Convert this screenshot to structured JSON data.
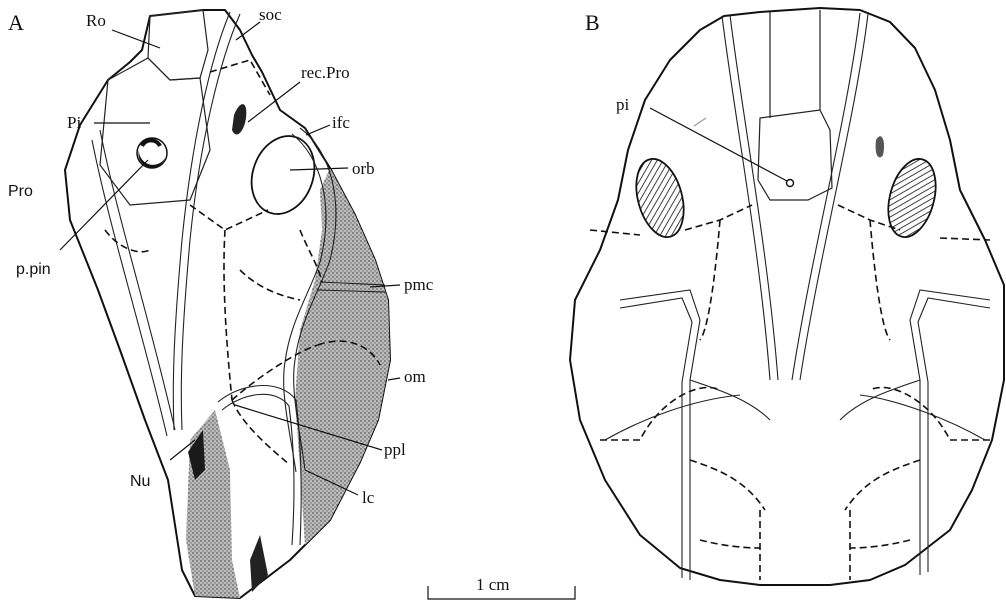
{
  "panels": {
    "a": {
      "letter": "A",
      "labels": {
        "ro": "Ro",
        "soc": "soc",
        "rec_pro": "rec.Pro",
        "pi": "Pi",
        "ifc": "ifc",
        "orb": "orb",
        "pro": "Pro",
        "p_pin": "p.pin",
        "pmc": "pmc",
        "om": "om",
        "ppl": "ppl",
        "nu": "Nu",
        "lc": "lc"
      }
    },
    "b": {
      "letter": "B",
      "labels": {
        "pi": "pi"
      }
    }
  },
  "scale_bar": {
    "label": "1 cm"
  }
}
